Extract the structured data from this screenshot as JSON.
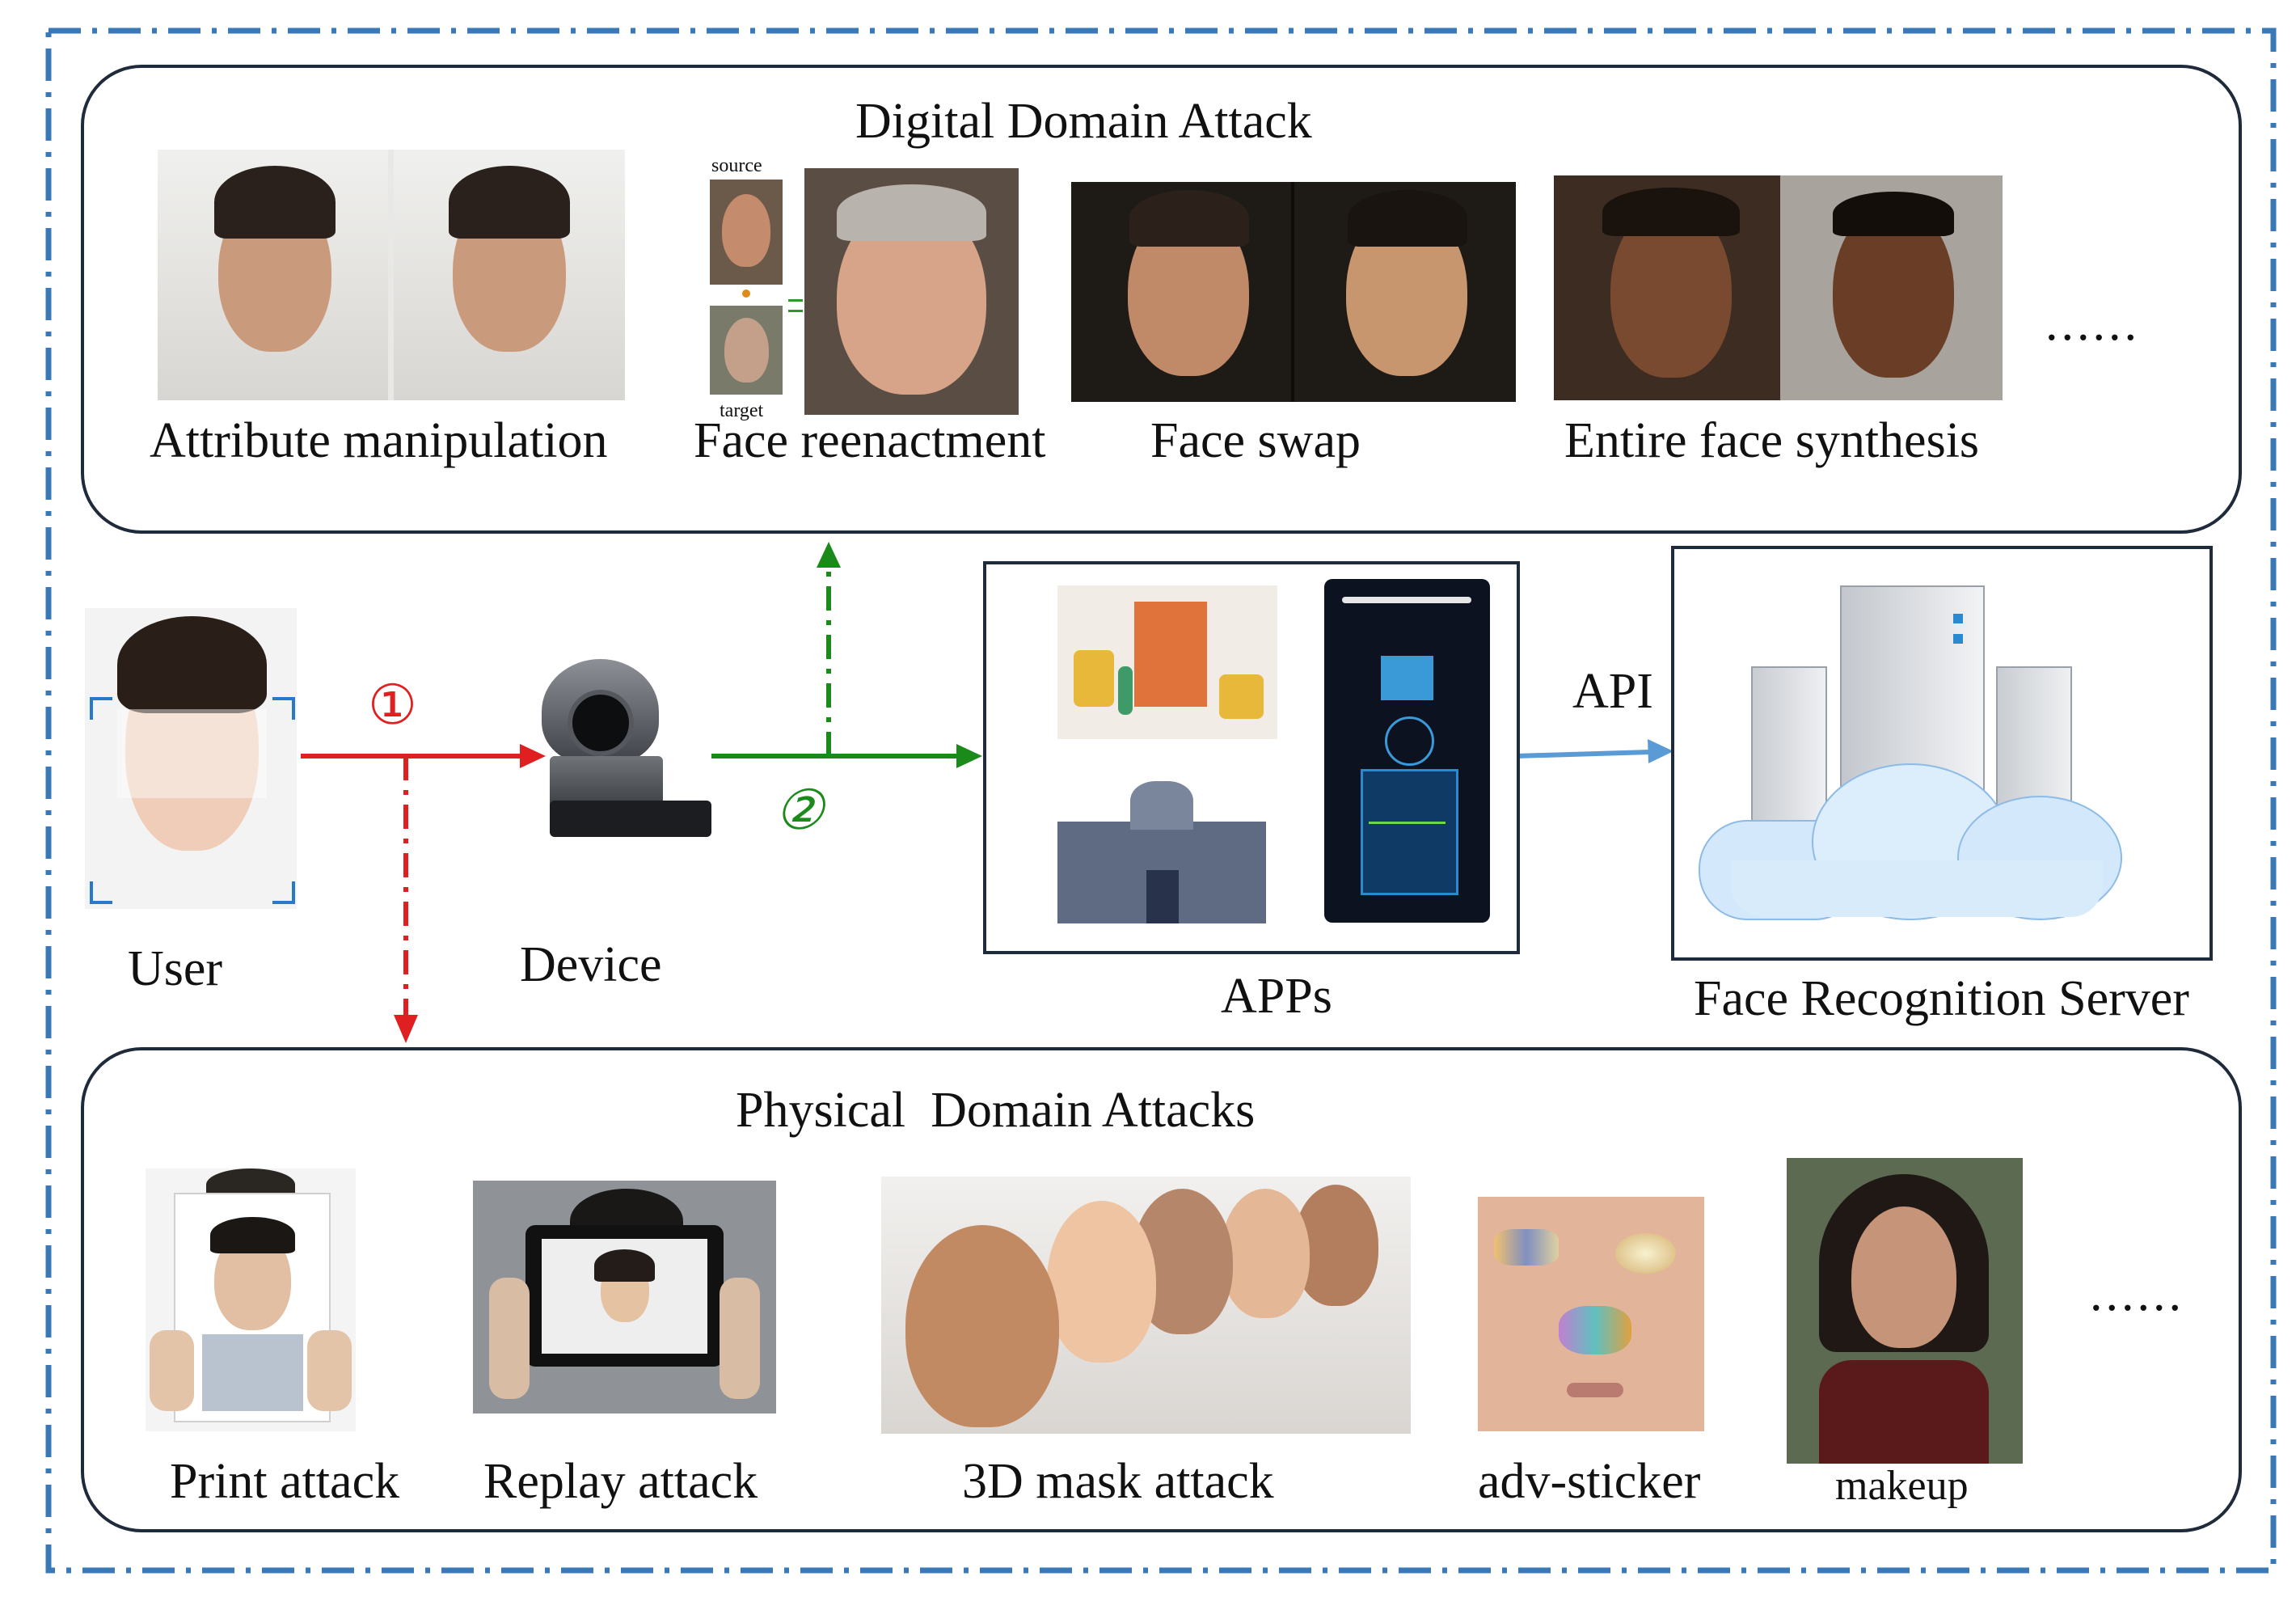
{
  "digital": {
    "title": "Digital Domain Attack",
    "items": [
      {
        "label": "Attribute manipulation"
      },
      {
        "label": "Face reenactment",
        "source_label": "source",
        "target_label": "target"
      },
      {
        "label": "Face swap"
      },
      {
        "label": "Entire face synthesis"
      }
    ],
    "more": "......"
  },
  "flow": {
    "user_label": "User",
    "device_label": "Device",
    "apps_label": "APPs",
    "api_label": "API",
    "server_label": "Face Recognition Server",
    "step1": "①",
    "step2": "②"
  },
  "physical": {
    "title": "Physical  Domain Attacks",
    "items": [
      {
        "label": "Print attack"
      },
      {
        "label": "Replay attack"
      },
      {
        "label": "3D mask attack"
      },
      {
        "label": "adv-sticker"
      },
      {
        "label": "makeup"
      }
    ],
    "more": "......"
  },
  "colors": {
    "frame": "#3a78b8",
    "red_arrow": "#e02020",
    "green_arrow": "#1a8a1a",
    "blue_arrow": "#5b9bd5",
    "panel_border": "#1f2a3a"
  }
}
